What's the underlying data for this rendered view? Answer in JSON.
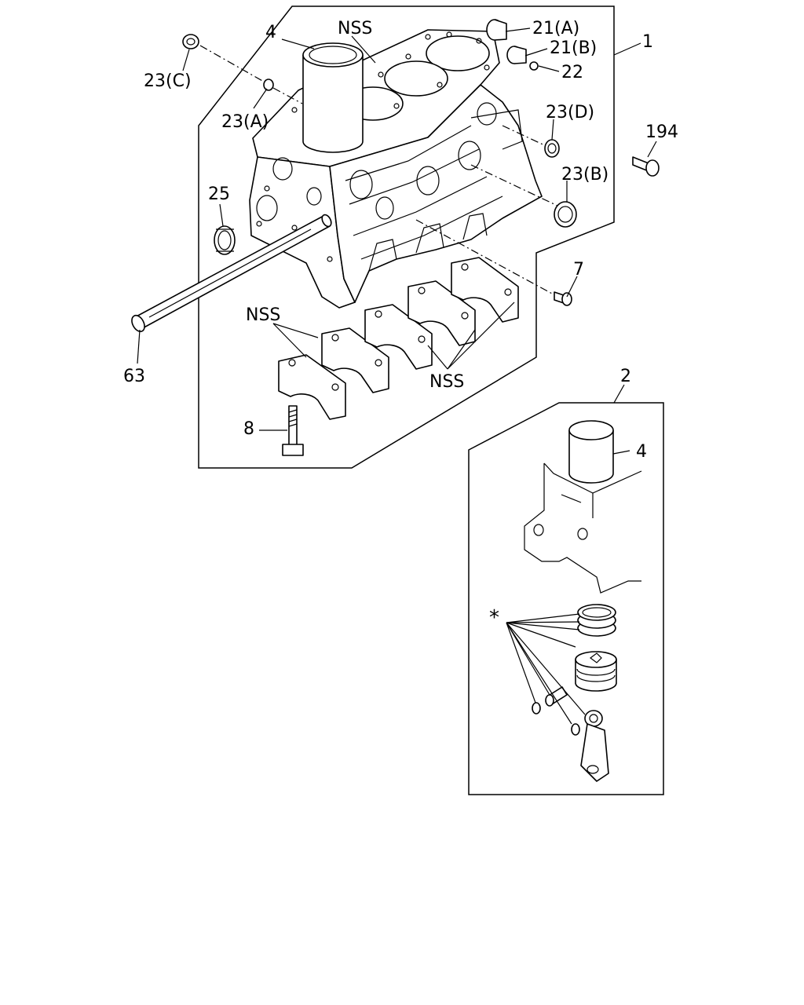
{
  "labels": {
    "l1": "1",
    "l2": "2",
    "l4a": "4",
    "l4b": "4",
    "l7": "7",
    "l8": "8",
    "l21a": "21(A)",
    "l21b": "21(B)",
    "l22": "22",
    "l23a": "23(A)",
    "l23b": "23(B)",
    "l23c": "23(C)",
    "l23d": "23(D)",
    "l25": "25",
    "l63": "63",
    "l194": "194",
    "nss_top": "NSS",
    "nss_left": "NSS",
    "nss_right": "NSS",
    "asterisk": "*"
  }
}
